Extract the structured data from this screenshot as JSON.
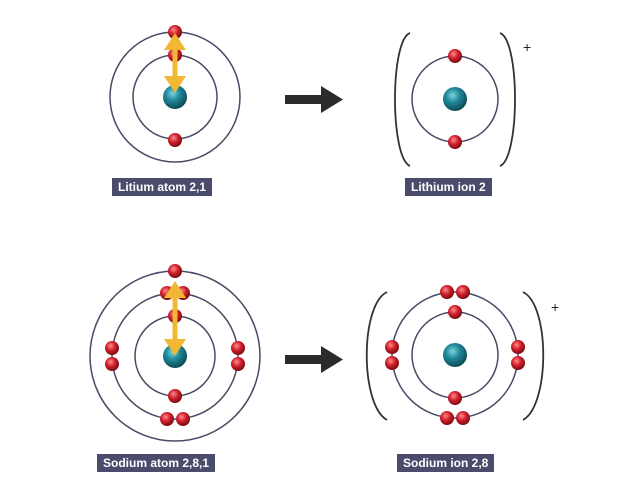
{
  "diagrams": [
    {
      "label": "Litium atom 2,1",
      "shells": [
        2,
        1
      ],
      "kind": "atom"
    },
    {
      "label": "Lithium ion 2",
      "shells": [
        2
      ],
      "kind": "ion",
      "charge": "+"
    },
    {
      "label": "Sodium atom 2,8,1",
      "shells": [
        2,
        8,
        1
      ],
      "kind": "atom"
    },
    {
      "label": "Sodium ion 2,8",
      "shells": [
        2,
        8
      ],
      "kind": "ion",
      "charge": "+"
    }
  ],
  "colors": {
    "nucleus": "#1f7f8f",
    "electron": "#c8202a",
    "orbit": "#4a4a66",
    "arrow": "#2b2b2b",
    "transfer_arrow": "#f2b833",
    "label_bg": "#4b4b6b"
  },
  "icons": [
    "reaction-arrow-icon",
    "electron-transfer-arrow-icon"
  ]
}
